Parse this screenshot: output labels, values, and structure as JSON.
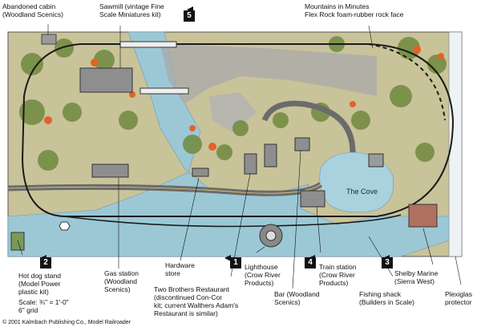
{
  "labels": {
    "cabin": [
      "Abandoned cabin",
      "(Woodland Scenics)"
    ],
    "sawmill": [
      "Sawmill (vintage Fine",
      "Scale Miniatures kit)"
    ],
    "mountains": [
      "Mountains in Minutes",
      "Flex Rock foam-rubber rock face"
    ],
    "hotdog": [
      "Hot dog stand",
      "(Model Power",
      "plastic kit)"
    ],
    "gas": [
      "Gas station",
      "(Woodland",
      "Scenics)"
    ],
    "hardware": [
      "Hardware",
      "store"
    ],
    "restaurant": [
      "Two Brothers Restaurant",
      "(discontinued Con-Cor",
      "kit; current Walthers Adam's",
      "Restaurant is similar)"
    ],
    "lighthouse": [
      "Lighthouse",
      "(Crow River",
      "Products)"
    ],
    "train": [
      "Train station",
      "(Crow River",
      "Products)"
    ],
    "bar": [
      "Bar (Woodland",
      "Scenics)"
    ],
    "fishing": [
      "Fishing shack",
      "(Builders in Scale)"
    ],
    "shelby": [
      "Shelby Marine",
      "(Sierra West)"
    ],
    "plexi": [
      "Plexiglas",
      "protector"
    ],
    "scale": [
      "Scale: ¾\" = 1'-0\"",
      "6\" grid"
    ],
    "cove": "The Cove",
    "copyright": "© 2001 Kalmbach Publishing Co., Model Railroader"
  },
  "badges": {
    "b1": "1",
    "b2": "2",
    "b3": "3",
    "b4": "4",
    "b5": "5"
  },
  "colors": {
    "water": "#9cc8d6",
    "ground": "#c9c39a",
    "foliage": "#6f8a3e",
    "track": "#1a1a1a",
    "road": "#6b6b6b",
    "rock": "#a9a9a9",
    "accent": "#e2622a"
  }
}
